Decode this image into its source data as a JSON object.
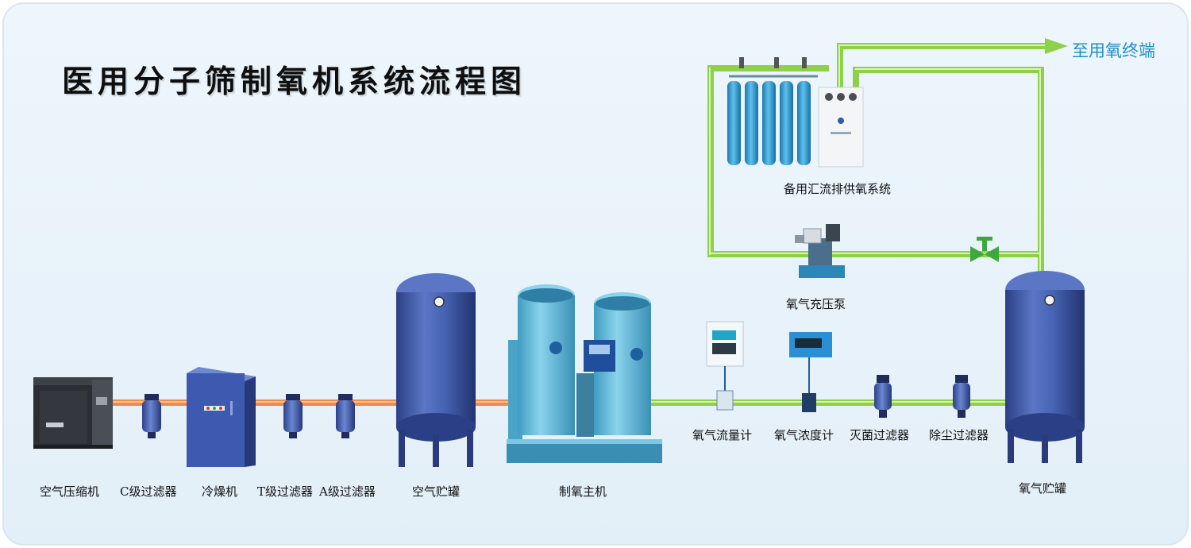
{
  "title": "医用分子筛制氧机系统流程图",
  "destination": "至用氧终端",
  "labels": {
    "air_compressor": "空气压缩机",
    "c_filter": "C级过滤器",
    "dryer": "冷燥机",
    "t_filter": "T级过滤器",
    "a_filter": "A级过滤器",
    "air_tank": "空气贮罐",
    "oxygen_generator": "制氧主机",
    "flow_meter": "氧气流量计",
    "concentration_meter": "氧气浓度计",
    "sterilizing_filter": "灭菌过滤器",
    "dust_filter": "除尘过滤器",
    "oxygen_tank": "氧气贮罐",
    "backup_manifold": "备用汇流排供氧系统",
    "booster_pump": "氧气充压泵"
  },
  "colors": {
    "background": "#e9f3fb",
    "air_pipe": "#f08a4b",
    "oxygen_pipe": "#8ed048",
    "tank": "#3c58a8",
    "generator": "#5fb7d8",
    "cylinder": "#2a95d0",
    "destination_text": "#1e8fc8"
  }
}
